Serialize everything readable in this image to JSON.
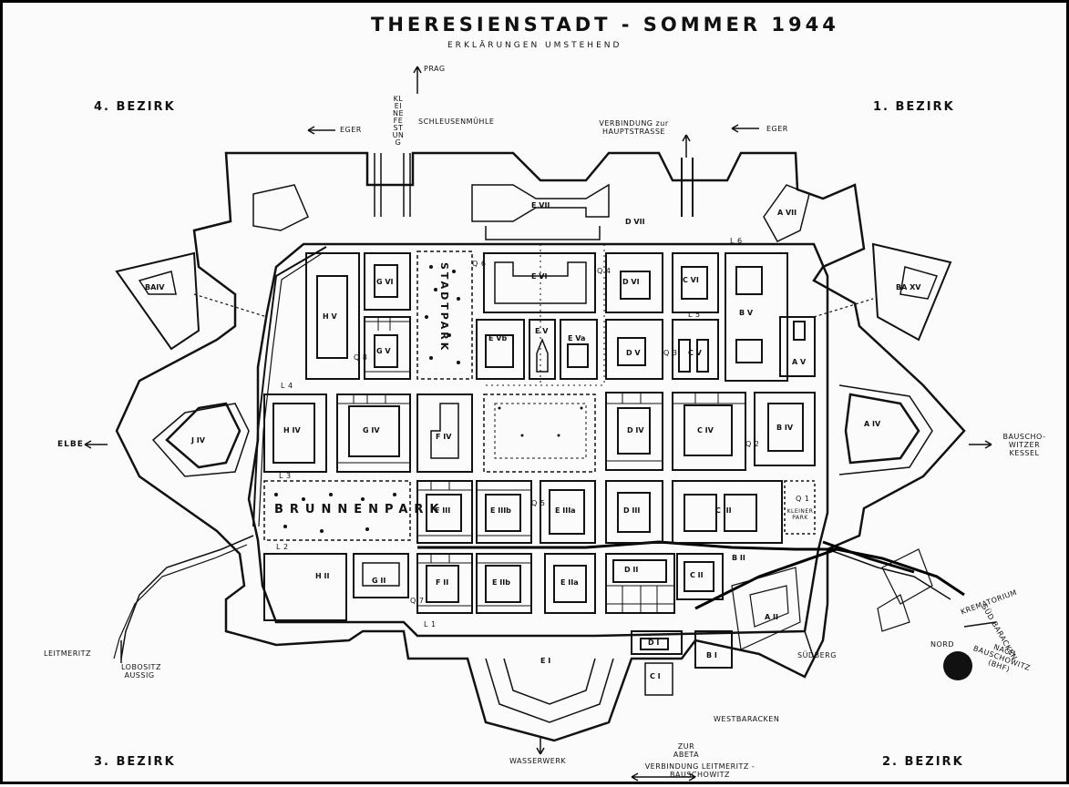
{
  "title": "THERESIENSTADT - SOMMER 1944",
  "subtitle": "ERKLÄRUNGEN UMSTEHEND",
  "districts": [
    "4. BEZIRK",
    "1. BEZIRK",
    "3. BEZIRK",
    "2. BEZIRK"
  ],
  "places": {
    "prag": "PRAG",
    "kleine_festung": "KLEINE FESTUNG",
    "schleusenmuehle": "SCHLEUSENMÜHLE",
    "eger_left": "EGER",
    "eger_right": "EGER",
    "verbindung_haupt": "VERBINDUNG zur HAUPTSTRASSE",
    "elbe": "ELBE",
    "bauschowitzer_kessel": "BAUSCHO-WITZER KESSEL",
    "leitmeritz": "LEITMERITZ",
    "lobositz": "LOBOSITZ AUSSIG",
    "sudberg": "SÜDBERG",
    "sued_baracken": "SÜD BARACKEN",
    "krematorium": "KREMATORIUM",
    "nach_bauschowitz": "NACH BAUSCHOWITZ (BHF)",
    "nord": "NORD",
    "westbaracken": "WESTBARACKEN",
    "wasserwerk": "WASSERWERK",
    "zur_abeta": "ZUR ABETA",
    "verbindung_bottom": "VERBINDUNG LEITMERITZ - BAUSCHOWITZ",
    "brunnenpark": "BRUNNENPARK",
    "stadtpark": "STADTPARK",
    "kleiner_park": "KLEINER PARK"
  },
  "blocks": {
    "HV": "H V",
    "GVI": "G VI",
    "GV": "G V",
    "EVII": "E VII",
    "EVI": "E VI",
    "DVI": "D VI",
    "CVI": "C VI",
    "BV": "B V",
    "EVb": "E Vb",
    "EV": "E V",
    "EVa": "E Va",
    "DV": "D V",
    "CV": "C V",
    "AV": "A V",
    "HIV": "H IV",
    "GIV": "G IV",
    "FIV": "F IV",
    "DIV": "D IV",
    "CIV": "C IV",
    "BIV": "B IV",
    "AIV": "A IV",
    "JIV": "J IV",
    "FIII": "F III",
    "EIIIb": "E IIIb",
    "EIIIa": "E IIIa",
    "DIII": "D III",
    "CIII": "C III",
    "HII": "H II",
    "GII": "G II",
    "FII": "F II",
    "EIIb": "E IIb",
    "EIIa": "E IIa",
    "DII": "D II",
    "CII": "C II",
    "BII": "B II",
    "AII": "A II",
    "EI": "E I",
    "DI": "D I",
    "CI": "C I",
    "BI": "B I",
    "DVII": "D VII",
    "AVII": "A VII",
    "BAIV": "BAIV",
    "BAXV": "BA XV"
  },
  "markers": [
    "L 6",
    "L 5",
    "L 4",
    "L 3",
    "L 2",
    "L 1",
    "Q 1",
    "Q 2",
    "Q 3",
    "Q 4",
    "Q 5",
    "Q 6",
    "Q 7",
    "Q 8"
  ],
  "colors": {
    "ink": "#111111",
    "paper": "#fbfbfb"
  }
}
